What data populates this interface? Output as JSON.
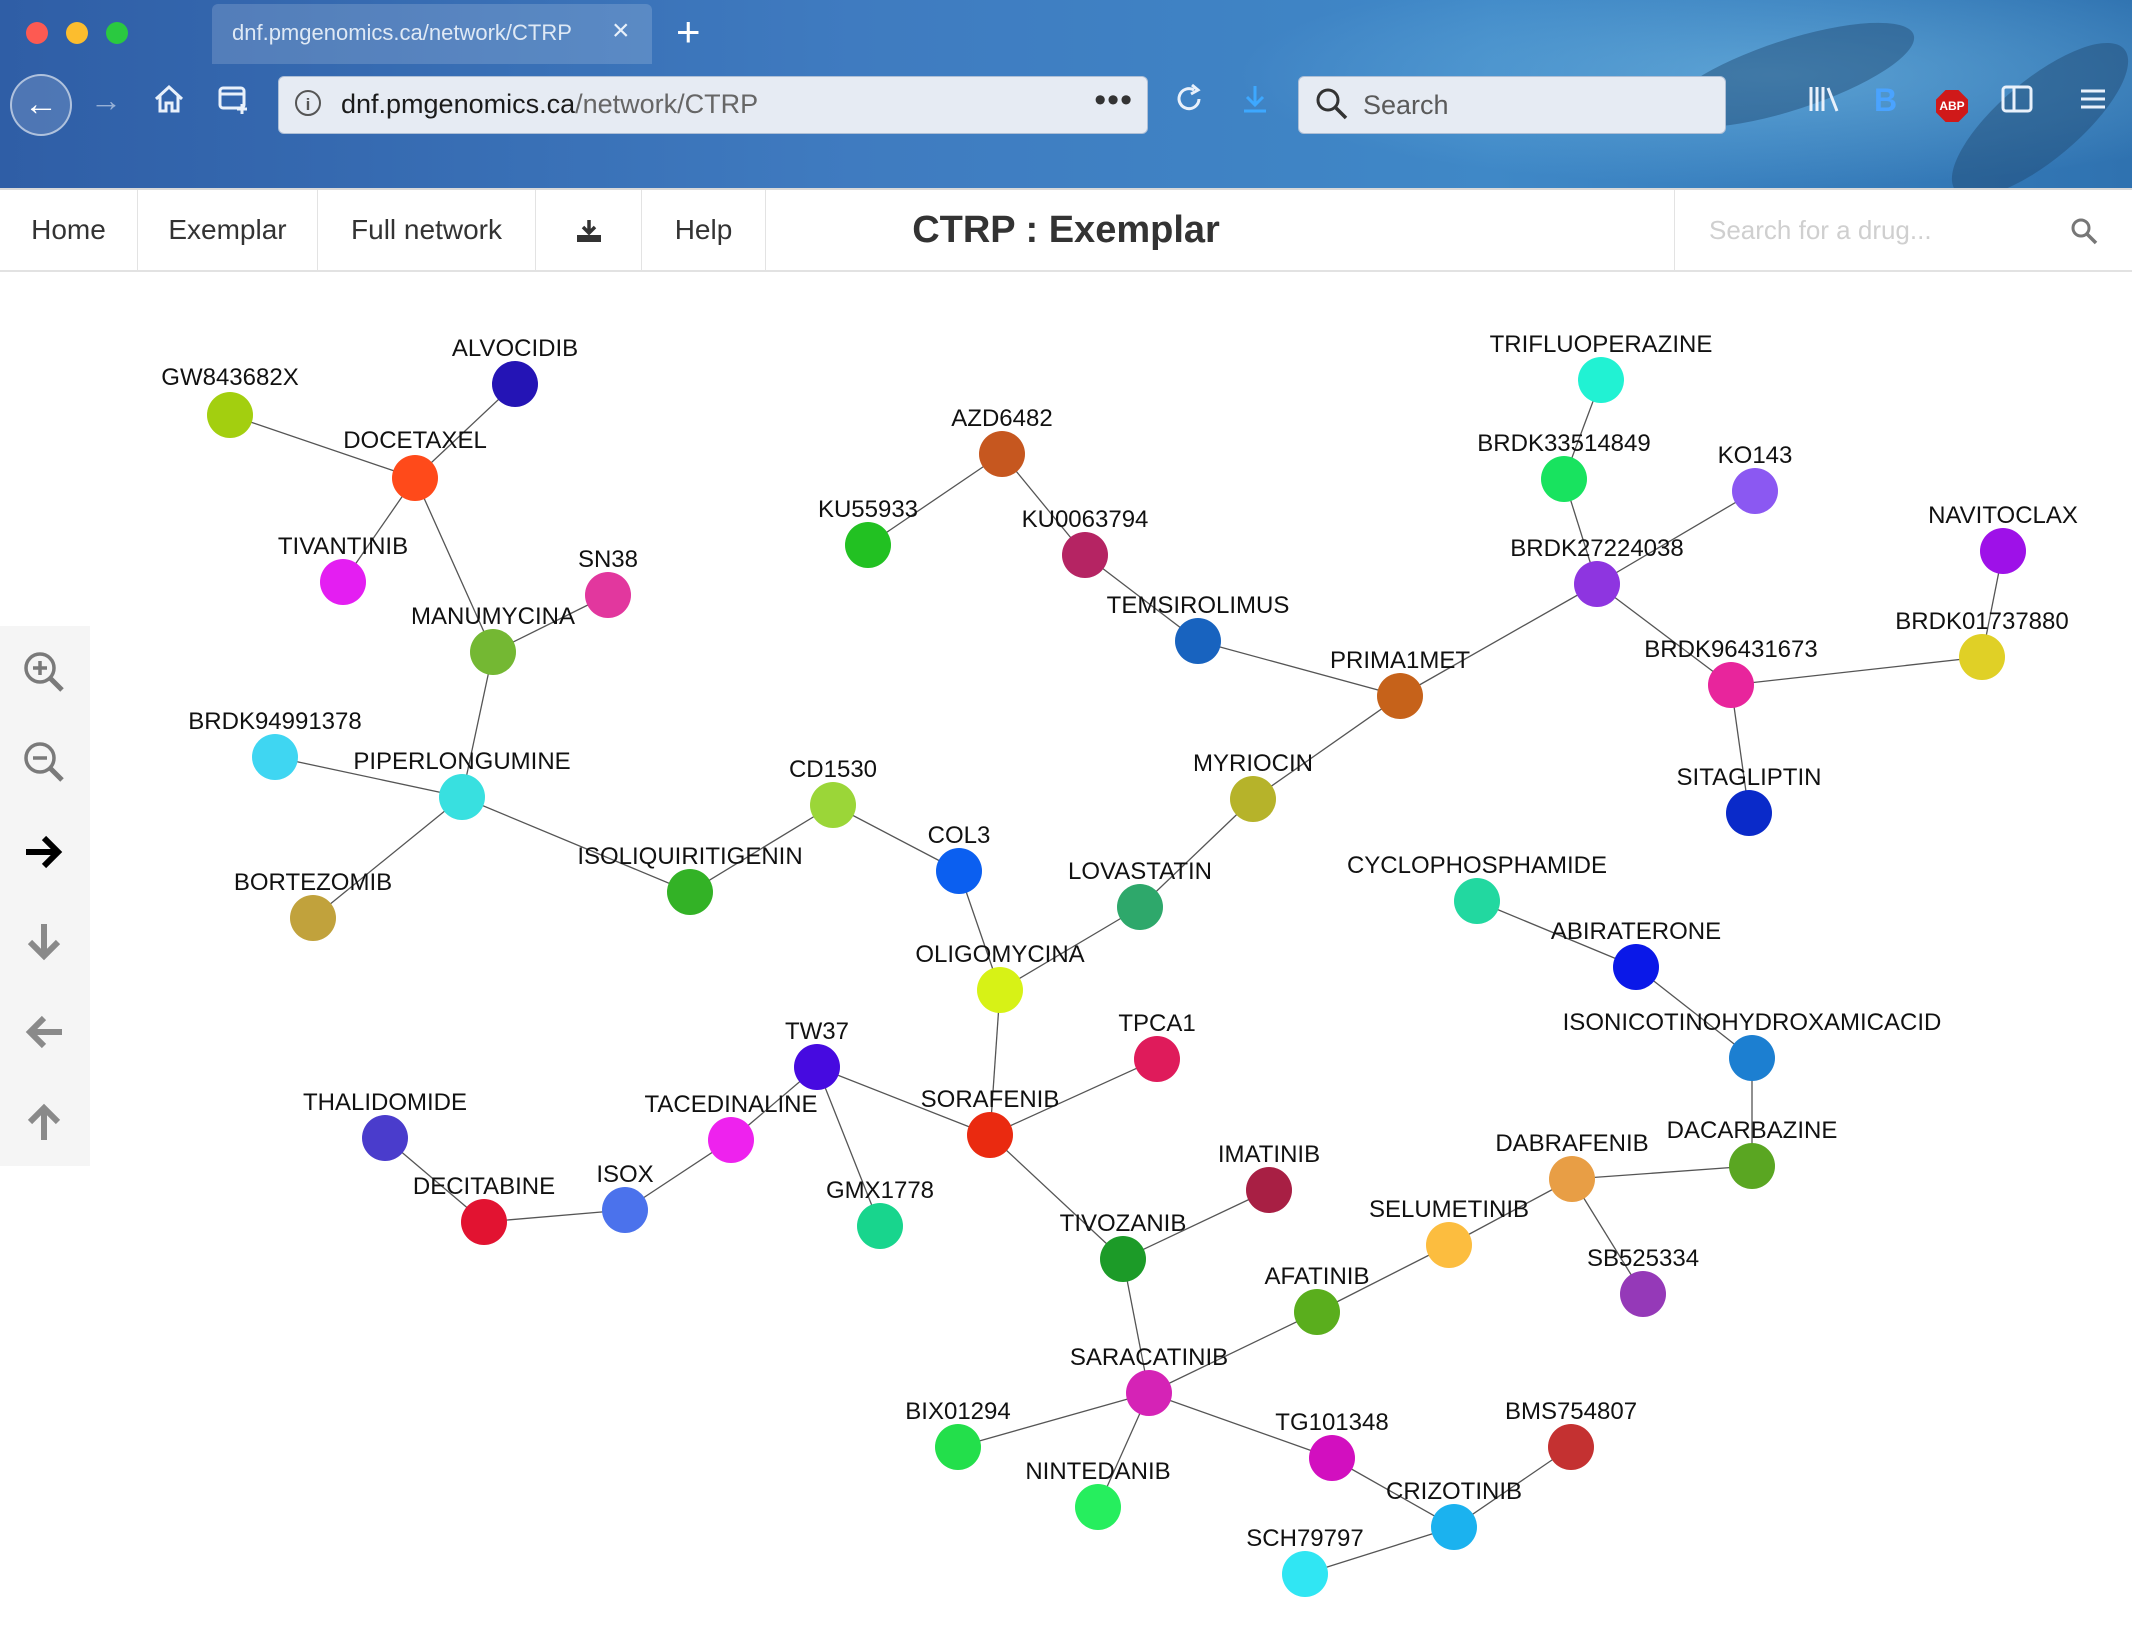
{
  "browser": {
    "tab_title": "dnf.pmgenomics.ca/network/CTRP",
    "url_host": "dnf.pmgenomics.ca",
    "url_path": "/network/CTRP",
    "search_placeholder": "Search",
    "url_menu": "•••"
  },
  "nav": {
    "home": "Home",
    "exemplar": "Exemplar",
    "full_network": "Full network",
    "help": "Help",
    "title": "CTRP : Exemplar",
    "drug_search_placeholder": "Search for a drug..."
  },
  "graph_controls": [
    "zoom-in",
    "zoom-out",
    "pan-right",
    "pan-down",
    "pan-left",
    "pan-up"
  ],
  "network": {
    "nodes": [
      {
        "id": "GW843682X",
        "color": "#a3cf0f"
      },
      {
        "id": "ALVOCIDIB",
        "color": "#2414b5"
      },
      {
        "id": "DOCETAXEL",
        "color": "#ff4a1a"
      },
      {
        "id": "TIVANTINIB",
        "color": "#e41ef2"
      },
      {
        "id": "SN38",
        "color": "#e2379e"
      },
      {
        "id": "MANUMYCINA",
        "color": "#74b833"
      },
      {
        "id": "BRDK94991378",
        "color": "#3fd6f2"
      },
      {
        "id": "PIPERLONGUMINE",
        "color": "#38e0e0"
      },
      {
        "id": "BORTEZOMIB",
        "color": "#c1a23c"
      },
      {
        "id": "ISOLIQUIRITIGENIN",
        "color": "#33b226"
      },
      {
        "id": "CD1530",
        "color": "#9bd638"
      },
      {
        "id": "COL3",
        "color": "#0b5ff0"
      },
      {
        "id": "AZD6482",
        "color": "#c6571f"
      },
      {
        "id": "KU55933",
        "color": "#22c122"
      },
      {
        "id": "KU0063794",
        "color": "#b52463"
      },
      {
        "id": "TEMSIROLIMUS",
        "color": "#1863bf"
      },
      {
        "id": "PRIMA1MET",
        "color": "#c6621a"
      },
      {
        "id": "MYRIOCIN",
        "color": "#b6b32a"
      },
      {
        "id": "LOVASTATIN",
        "color": "#2ea86b"
      },
      {
        "id": "OLIGOMYCINA",
        "color": "#d7f216"
      },
      {
        "id": "TRIFLUOPERAZINE",
        "color": "#21f2d3"
      },
      {
        "id": "BRDK33514849",
        "color": "#18e35f"
      },
      {
        "id": "KO143",
        "color": "#8b58f2"
      },
      {
        "id": "BRDK27224038",
        "color": "#8e35e0"
      },
      {
        "id": "NAVITOCLAX",
        "color": "#9e11e8"
      },
      {
        "id": "BRDK01737880",
        "color": "#e0d026"
      },
      {
        "id": "BRDK96431673",
        "color": "#e8259c"
      },
      {
        "id": "SITAGLIPTIN",
        "color": "#0a2ac9"
      },
      {
        "id": "CYCLOPHOSPHAMIDE",
        "color": "#22d8a0"
      },
      {
        "id": "ABIRATERONE",
        "color": "#0a18e8"
      },
      {
        "id": "ISONICOTINOHYDROXAMICACID",
        "color": "#1c7fd1"
      },
      {
        "id": "DACARBAZINE",
        "color": "#5aa622"
      },
      {
        "id": "DABRAFENIB",
        "color": "#e89e45"
      },
      {
        "id": "SB525334",
        "color": "#9539b8"
      },
      {
        "id": "SELUMETINIB",
        "color": "#fcbd3f"
      },
      {
        "id": "AFATINIB",
        "color": "#5aae1d"
      },
      {
        "id": "IMATINIB",
        "color": "#a81f44"
      },
      {
        "id": "TIVOZANIB",
        "color": "#1c9b28"
      },
      {
        "id": "SORAFENIB",
        "color": "#ea2a10"
      },
      {
        "id": "TPCA1",
        "color": "#df1b5b"
      },
      {
        "id": "TW37",
        "color": "#460ae0"
      },
      {
        "id": "GMX1778",
        "color": "#18d58d"
      },
      {
        "id": "TACEDINALINE",
        "color": "#ee22ee"
      },
      {
        "id": "ISOX",
        "color": "#4b72ec"
      },
      {
        "id": "DECITABINE",
        "color": "#e21331"
      },
      {
        "id": "THALIDOMIDE",
        "color": "#4a3ccc"
      },
      {
        "id": "SARACATINIB",
        "color": "#d523b6"
      },
      {
        "id": "BIX01294",
        "color": "#23df4b"
      },
      {
        "id": "NINTEDANIB",
        "color": "#26ee5e"
      },
      {
        "id": "TG101348",
        "color": "#d20fbf"
      },
      {
        "id": "CRIZOTINIB",
        "color": "#1bb2ef"
      },
      {
        "id": "BMS754807",
        "color": "#c43131"
      },
      {
        "id": "SCH79797",
        "color": "#30e6f3"
      }
    ],
    "edges": [
      [
        "GW843682X",
        "DOCETAXEL"
      ],
      [
        "ALVOCIDIB",
        "DOCETAXEL"
      ],
      [
        "DOCETAXEL",
        "TIVANTINIB"
      ],
      [
        "DOCETAXEL",
        "MANUMYCINA"
      ],
      [
        "SN38",
        "MANUMYCINA"
      ],
      [
        "MANUMYCINA",
        "PIPERLONGUMINE"
      ],
      [
        "BRDK94991378",
        "PIPERLONGUMINE"
      ],
      [
        "PIPERLONGUMINE",
        "BORTEZOMIB"
      ],
      [
        "PIPERLONGUMINE",
        "ISOLIQUIRITIGENIN"
      ],
      [
        "ISOLIQUIRITIGENIN",
        "CD1530"
      ],
      [
        "CD1530",
        "COL3"
      ],
      [
        "COL3",
        "OLIGOMYCINA"
      ],
      [
        "AZD6482",
        "KU55933"
      ],
      [
        "AZD6482",
        "KU0063794"
      ],
      [
        "KU0063794",
        "TEMSIROLIMUS"
      ],
      [
        "TEMSIROLIMUS",
        "PRIMA1MET"
      ],
      [
        "PRIMA1MET",
        "MYRIOCIN"
      ],
      [
        "PRIMA1MET",
        "BRDK27224038"
      ],
      [
        "MYRIOCIN",
        "LOVASTATIN"
      ],
      [
        "LOVASTATIN",
        "OLIGOMYCINA"
      ],
      [
        "OLIGOMYCINA",
        "SORAFENIB"
      ],
      [
        "TRIFLUOPERAZINE",
        "BRDK33514849"
      ],
      [
        "BRDK33514849",
        "BRDK27224038"
      ],
      [
        "KO143",
        "BRDK27224038"
      ],
      [
        "BRDK27224038",
        "BRDK96431673"
      ],
      [
        "NAVITOCLAX",
        "BRDK01737880"
      ],
      [
        "BRDK01737880",
        "BRDK96431673"
      ],
      [
        "BRDK96431673",
        "SITAGLIPTIN"
      ],
      [
        "CYCLOPHOSPHAMIDE",
        "ABIRATERONE"
      ],
      [
        "ABIRATERONE",
        "ISONICOTINOHYDROXAMICACID"
      ],
      [
        "ISONICOTINOHYDROXAMICACID",
        "DACARBAZINE"
      ],
      [
        "DACARBAZINE",
        "DABRAFENIB"
      ],
      [
        "DABRAFENIB",
        "SB525334"
      ],
      [
        "DABRAFENIB",
        "SELUMETINIB"
      ],
      [
        "SELUMETINIB",
        "AFATINIB"
      ],
      [
        "AFATINIB",
        "SARACATINIB"
      ],
      [
        "IMATINIB",
        "TIVOZANIB"
      ],
      [
        "TIVOZANIB",
        "SORAFENIB"
      ],
      [
        "TIVOZANIB",
        "SARACATINIB"
      ],
      [
        "SORAFENIB",
        "TPCA1"
      ],
      [
        "SORAFENIB",
        "TW37"
      ],
      [
        "TW37",
        "GMX1778"
      ],
      [
        "TW37",
        "TACEDINALINE"
      ],
      [
        "TACEDINALINE",
        "ISOX"
      ],
      [
        "ISOX",
        "DECITABINE"
      ],
      [
        "DECITABINE",
        "THALIDOMIDE"
      ],
      [
        "SARACATINIB",
        "BIX01294"
      ],
      [
        "SARACATINIB",
        "NINTEDANIB"
      ],
      [
        "SARACATINIB",
        "TG101348"
      ],
      [
        "TG101348",
        "CRIZOTINIB"
      ],
      [
        "CRIZOTINIB",
        "BMS754807"
      ],
      [
        "CRIZOTINIB",
        "SCH79797"
      ]
    ]
  }
}
